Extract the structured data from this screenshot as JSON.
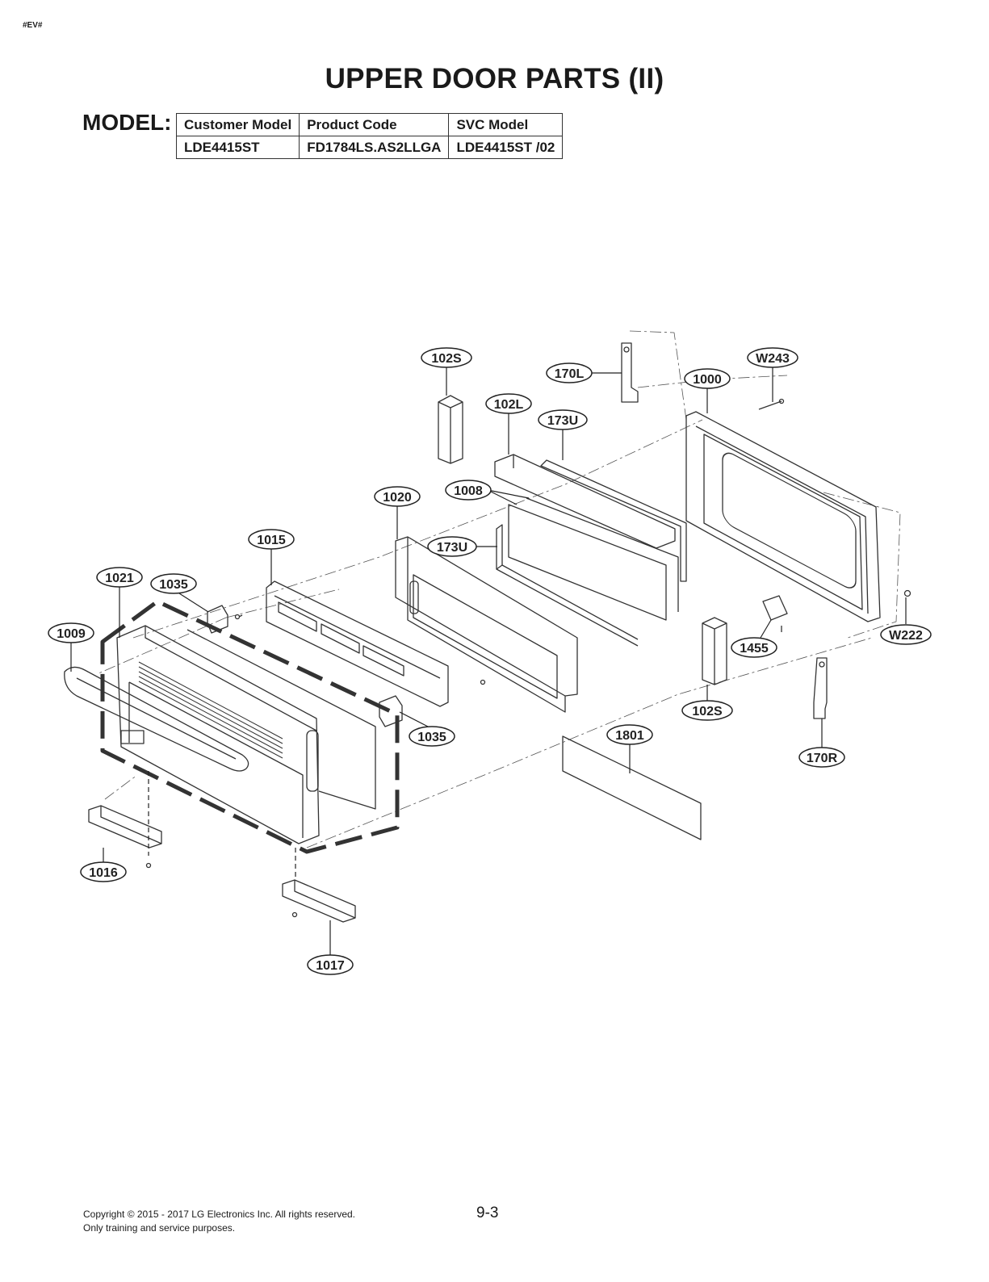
{
  "doc_tag": "#EV#",
  "title": "UPPER DOOR PARTS (II)",
  "model_label": "MODEL:",
  "model_table": {
    "headers": [
      "Customer Model",
      "Product Code",
      "SVC Model"
    ],
    "row": [
      "LDE4415ST",
      "FD1784LS.AS2LLGA",
      "LDE4415ST /02"
    ]
  },
  "callouts": {
    "c102S_top": "102S",
    "c170L": "170L",
    "cW243": "W243",
    "c1000": "1000",
    "c102L": "102L",
    "c173U_top": "173U",
    "c1008": "1008",
    "c1020": "1020",
    "c1015": "1015",
    "c173U_mid": "173U",
    "c1021": "1021",
    "c1035_left": "1035",
    "c1009": "1009",
    "cW222": "W222",
    "c1455": "1455",
    "c102S_bottom": "102S",
    "c1035_right": "1035",
    "c1801": "1801",
    "c170R": "170R",
    "c1016": "1016",
    "c1017": "1017"
  },
  "footer": {
    "copyright": "Copyright © 2015 - 2017 LG Electronics Inc. All rights reserved.",
    "note": "Only training and service purposes."
  },
  "page_number": "9-3"
}
